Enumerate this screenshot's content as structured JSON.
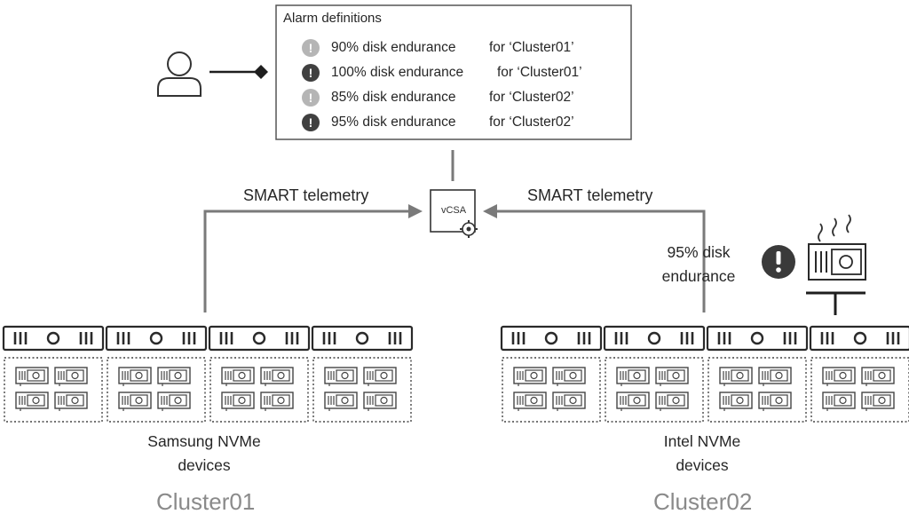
{
  "alarm_panel": {
    "title": "Alarm definitions",
    "rows": [
      {
        "severity": "warning",
        "name": "90% disk endurance",
        "scope": "for ‘Cluster01’"
      },
      {
        "severity": "critical",
        "name": "100% disk endurance",
        "scope": "for ‘Cluster01’"
      },
      {
        "severity": "warning",
        "name": "85% disk endurance",
        "scope": "for ‘Cluster02’"
      },
      {
        "severity": "critical",
        "name": "95% disk endurance",
        "scope": "for ‘Cluster02’"
      }
    ]
  },
  "vcsa_label": "vCSA",
  "left_flow_label": "SMART telemetry",
  "right_flow_label": "SMART telemetry",
  "endurance_alert": {
    "line1": "95% disk",
    "line2": "endurance"
  },
  "cluster01": {
    "devices_line1": "Samsung NVMe",
    "devices_line2": "devices",
    "name": "Cluster01"
  },
  "cluster02": {
    "devices_line1": "Intel NVMe",
    "devices_line2": "devices",
    "name": "Cluster02"
  },
  "icons": {
    "user": "user-icon",
    "alarm_marker": "diamond-icon",
    "vcsa": "vcsa-appliance-icon",
    "gear": "gear-icon",
    "host": "server-host-icon",
    "nvme": "nvme-card-icon",
    "alert": "exclamation-alert-icon",
    "hot_card": "overheating-nvme-card-icon"
  },
  "colors": {
    "line": "#7a7a7a",
    "dark": "#262626",
    "warning_badge": "#b5b5b5",
    "critical_badge": "#404040",
    "cluster_label": "#8a8a8a"
  }
}
